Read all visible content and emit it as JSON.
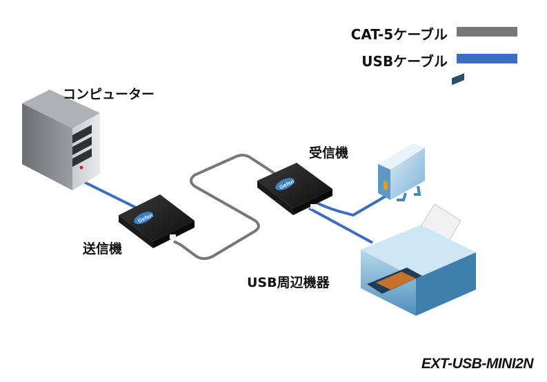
{
  "legend": {
    "cat5_label": "CAT-5ケーブル",
    "usb_label": "USBケーブル",
    "cat5_color": "#777777",
    "usb_color": "#3a6fc0"
  },
  "devices": {
    "computer": "コンピューター",
    "transmitter": "送信機",
    "receiver": "受信機",
    "usb_peripherals": "USB周辺機器",
    "brand_logo": "Gefen"
  },
  "model_number": "EXT-USB-MINI2N"
}
